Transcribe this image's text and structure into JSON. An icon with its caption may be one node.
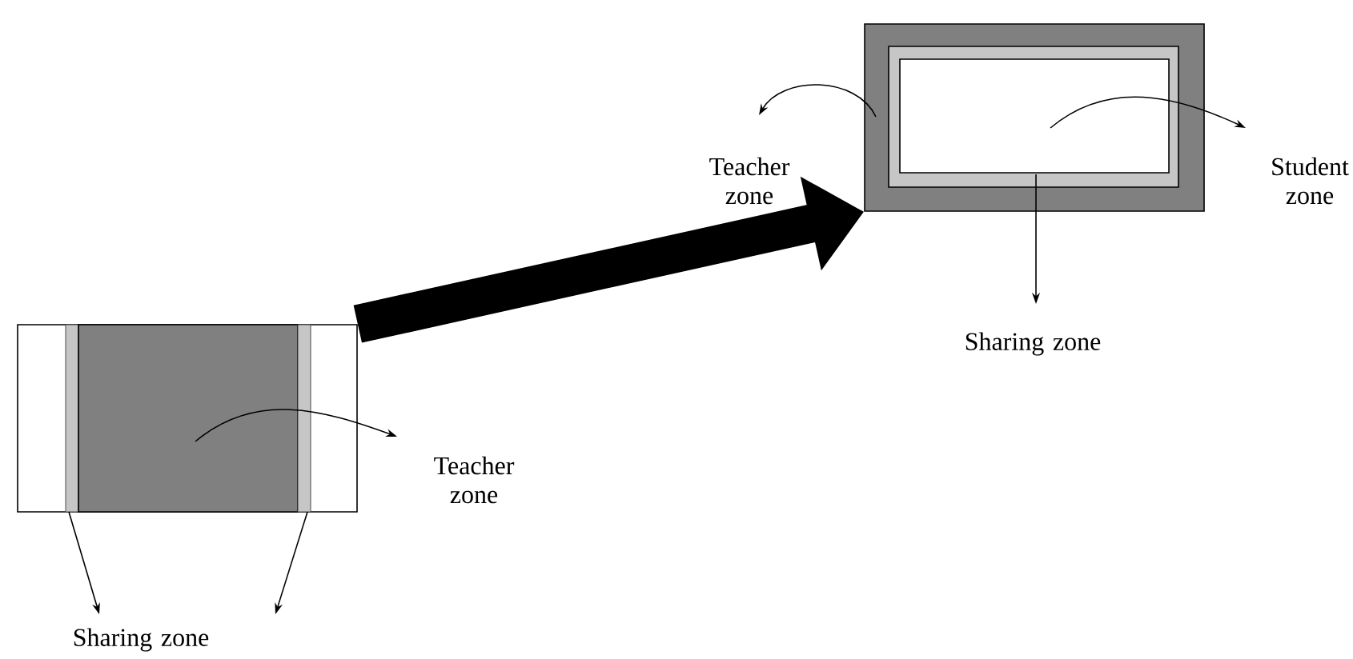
{
  "diagram": {
    "nodes": [
      {
        "text": [],
        "shape": "box"
      },
      {
        "text": [],
        "shape": "bar",
        "in": 0
      },
      {
        "text": [],
        "shape": "box",
        "in": 0
      },
      {
        "text": [],
        "shape": "bar",
        "in": 0
      },
      {
        "text": [
          "Teacher zone"
        ]
      },
      {
        "text": [
          "Sharing zone"
        ]
      },
      {
        "text": [],
        "shape": "box"
      },
      {
        "text": [],
        "shape": "box",
        "in": 6
      },
      {
        "text": [],
        "shape": "box",
        "in": 7
      },
      {
        "text": [
          "Teacher zone"
        ]
      },
      {
        "text": [
          "Student zone"
        ]
      },
      {
        "text": [
          "Sharing zone"
        ]
      }
    ],
    "edges": [
      {
        "from": 0,
        "to": 6,
        "arrow": "to",
        "style": "thick"
      },
      {
        "from": 2,
        "to": 4,
        "arrow": "to"
      },
      {
        "from": 1,
        "to": 5,
        "arrow": "to"
      },
      {
        "from": 3,
        "to": 5,
        "arrow": "to"
      },
      {
        "from": 6,
        "to": 9,
        "arrow": "to"
      },
      {
        "from": 8,
        "to": 10,
        "arrow": "to"
      },
      {
        "from": 7,
        "to": 11,
        "arrow": "to"
      }
    ]
  }
}
